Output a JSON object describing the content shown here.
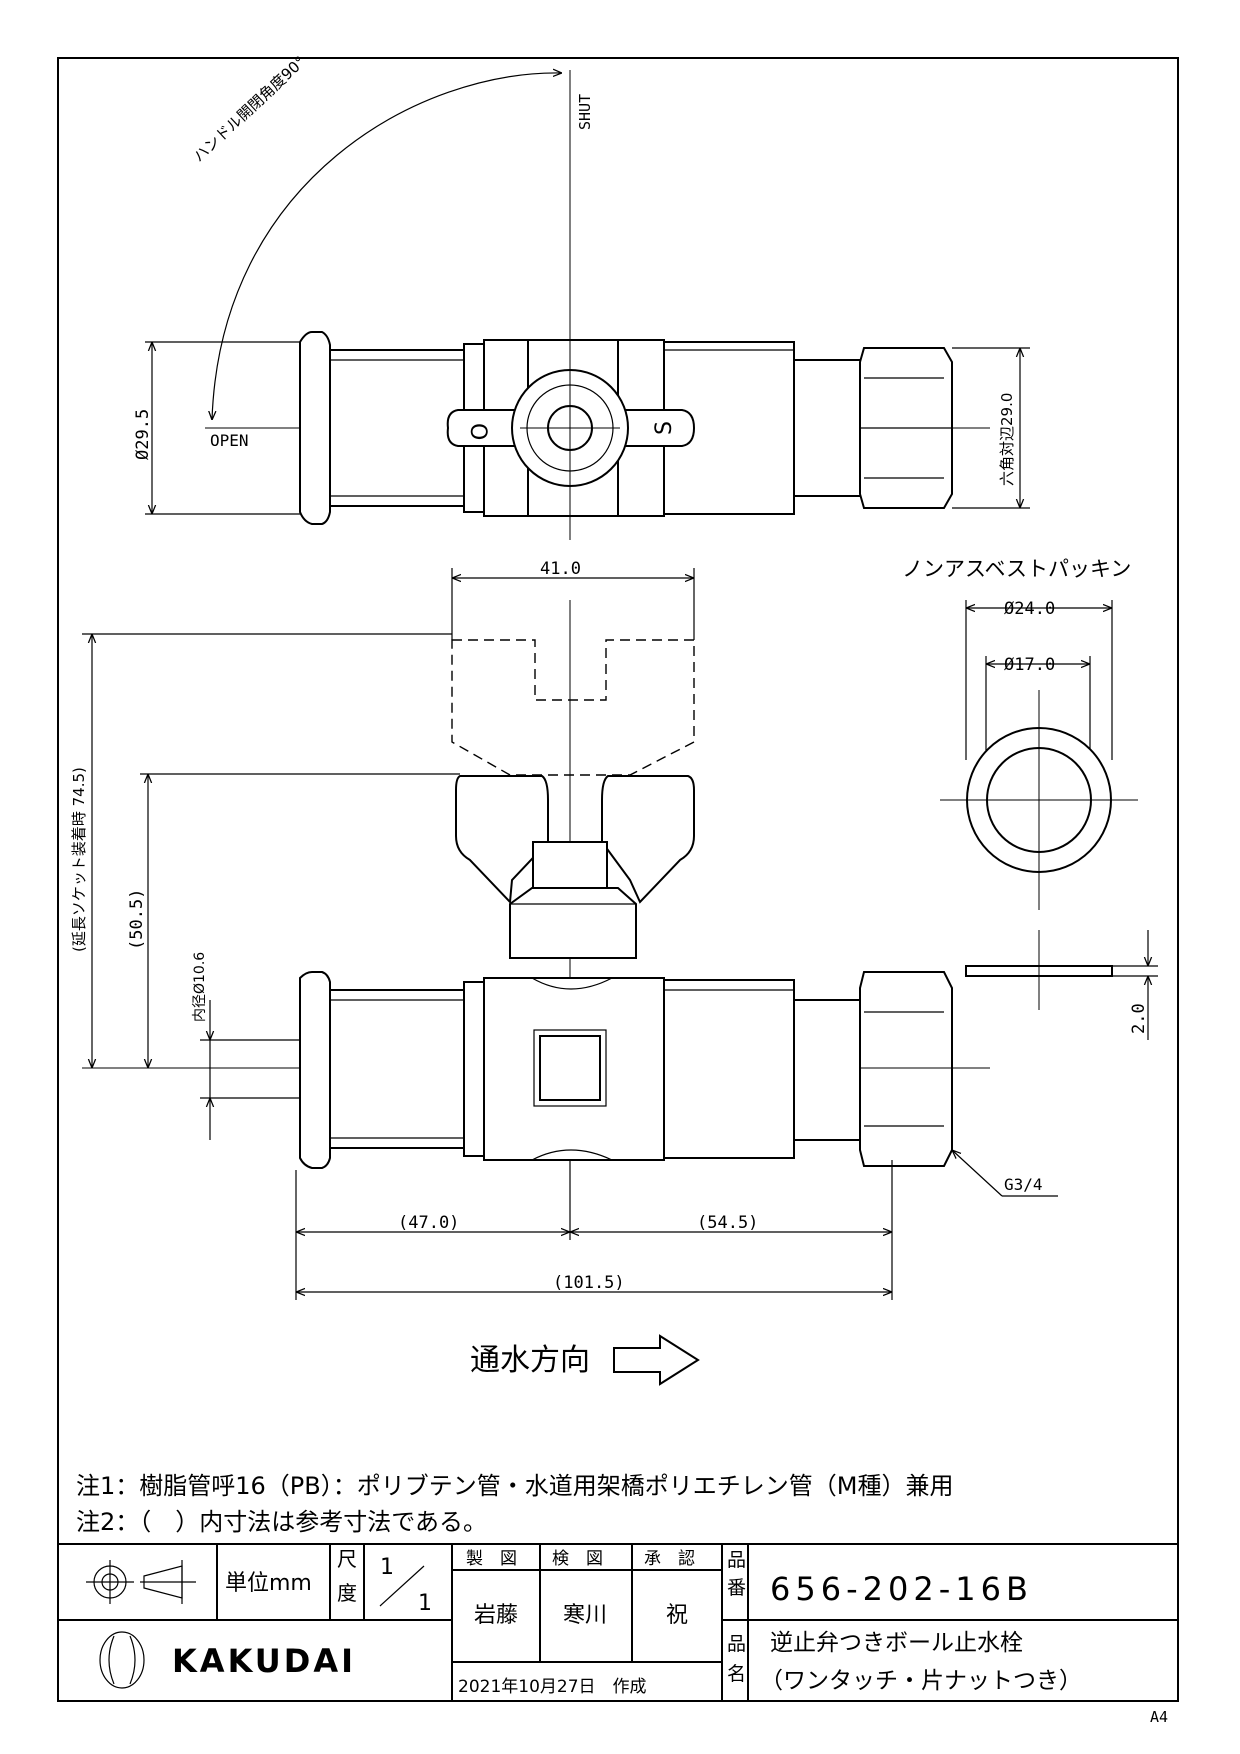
{
  "angle_label": "ハンドル開閉角度90°",
  "shut_label": "SHUT",
  "open_label": "OPEN",
  "handle_o": "O",
  "handle_s": "S",
  "dims": {
    "d29_5": "Ø29.5",
    "hex29": "六角対辺29.0",
    "w41": "41.0",
    "h74_5": "(延長ソケット装着時 74.5)",
    "h50_5": "(50.5)",
    "inner": "内径Ø10.6",
    "l47": "(47.0)",
    "l54_5": "(54.5)",
    "l101_5": "(101.5)",
    "t2": "2.0",
    "g34": "G3/4"
  },
  "packing": {
    "title": "ノンアスベストパッキン",
    "d24": "Ø24.0",
    "d17": "Ø17.0"
  },
  "flow_label": "通水方向",
  "notes": {
    "n1": "注1：樹脂管呼16（PB）：ポリブテン管・水道用架橋ポリエチレン管（M種）兼用",
    "n2": "注2：（　）内寸法は参考寸法である。"
  },
  "title_block": {
    "unit": "単位mm",
    "scale_label_1": "尺",
    "scale_label_2": "度",
    "scale_num": "1",
    "scale_den": "1",
    "drafted": "製　図",
    "checked": "検　図",
    "approved": "承　認",
    "drafter": "岩藤",
    "checker": "寒川",
    "approver": "祝",
    "date": "2021年10月27日　作成",
    "pn_label_1": "品",
    "pn_label_2": "番",
    "part_number": "656-202-16B",
    "name_label_1": "品",
    "name_label_2": "名",
    "product_name_1": "逆止弁つきボール止水栓",
    "product_name_2": "（ワンタッチ・片ナットつき）",
    "brand": "KAKUDAI"
  },
  "sheet_size": "A4"
}
